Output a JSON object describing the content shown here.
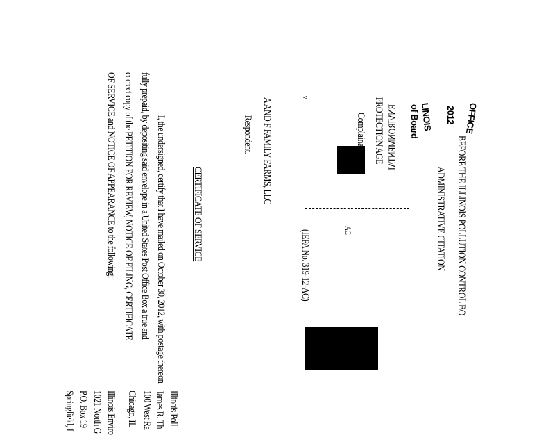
{
  "header": {
    "office": "OFFICE",
    "court": "BEFORE THE ILLINOIS POLLUTION CONTROL BO",
    "year": "2012",
    "doc_type": "ADMINISTRATIVE CITATION",
    "stamp_state": "LINOIS",
    "stamp_board": "of Board"
  },
  "caption": {
    "complainant_line1": "ENVIRONMENTAL",
    "complainant_line2": "PROTECTION AGE",
    "complainant_role": "Complainant",
    "ac_mark": "AC",
    "versus": "v.",
    "case_no": "(IEPA No. 319-12-AC)",
    "respondent": "A AND F FAMILY FARMS, LLC",
    "respondent_role": "Respondent."
  },
  "certificate": {
    "title": "CERTIFICATE OF SERVICE",
    "lines": [
      "I, the undersigned, certify that I have mailed on October 30, 2012, with postage thereon",
      "fully prepaid, by depositing said envelope in a United States Post Office Box a true and",
      "correct copy of the PETITION FOR REVIEW, NOTICE OF FILING, CERTIFICATE",
      "OF SERVICE and NOTICE OF APPEARANCE to the following:"
    ]
  },
  "addresses": [
    "Illinois Poll",
    "James R. Th",
    "100 West Ra",
    "Chicago, IL",
    "Illinois Enviro",
    "1021 North G",
    "P.O. Box 19",
    "Springfield, I"
  ]
}
